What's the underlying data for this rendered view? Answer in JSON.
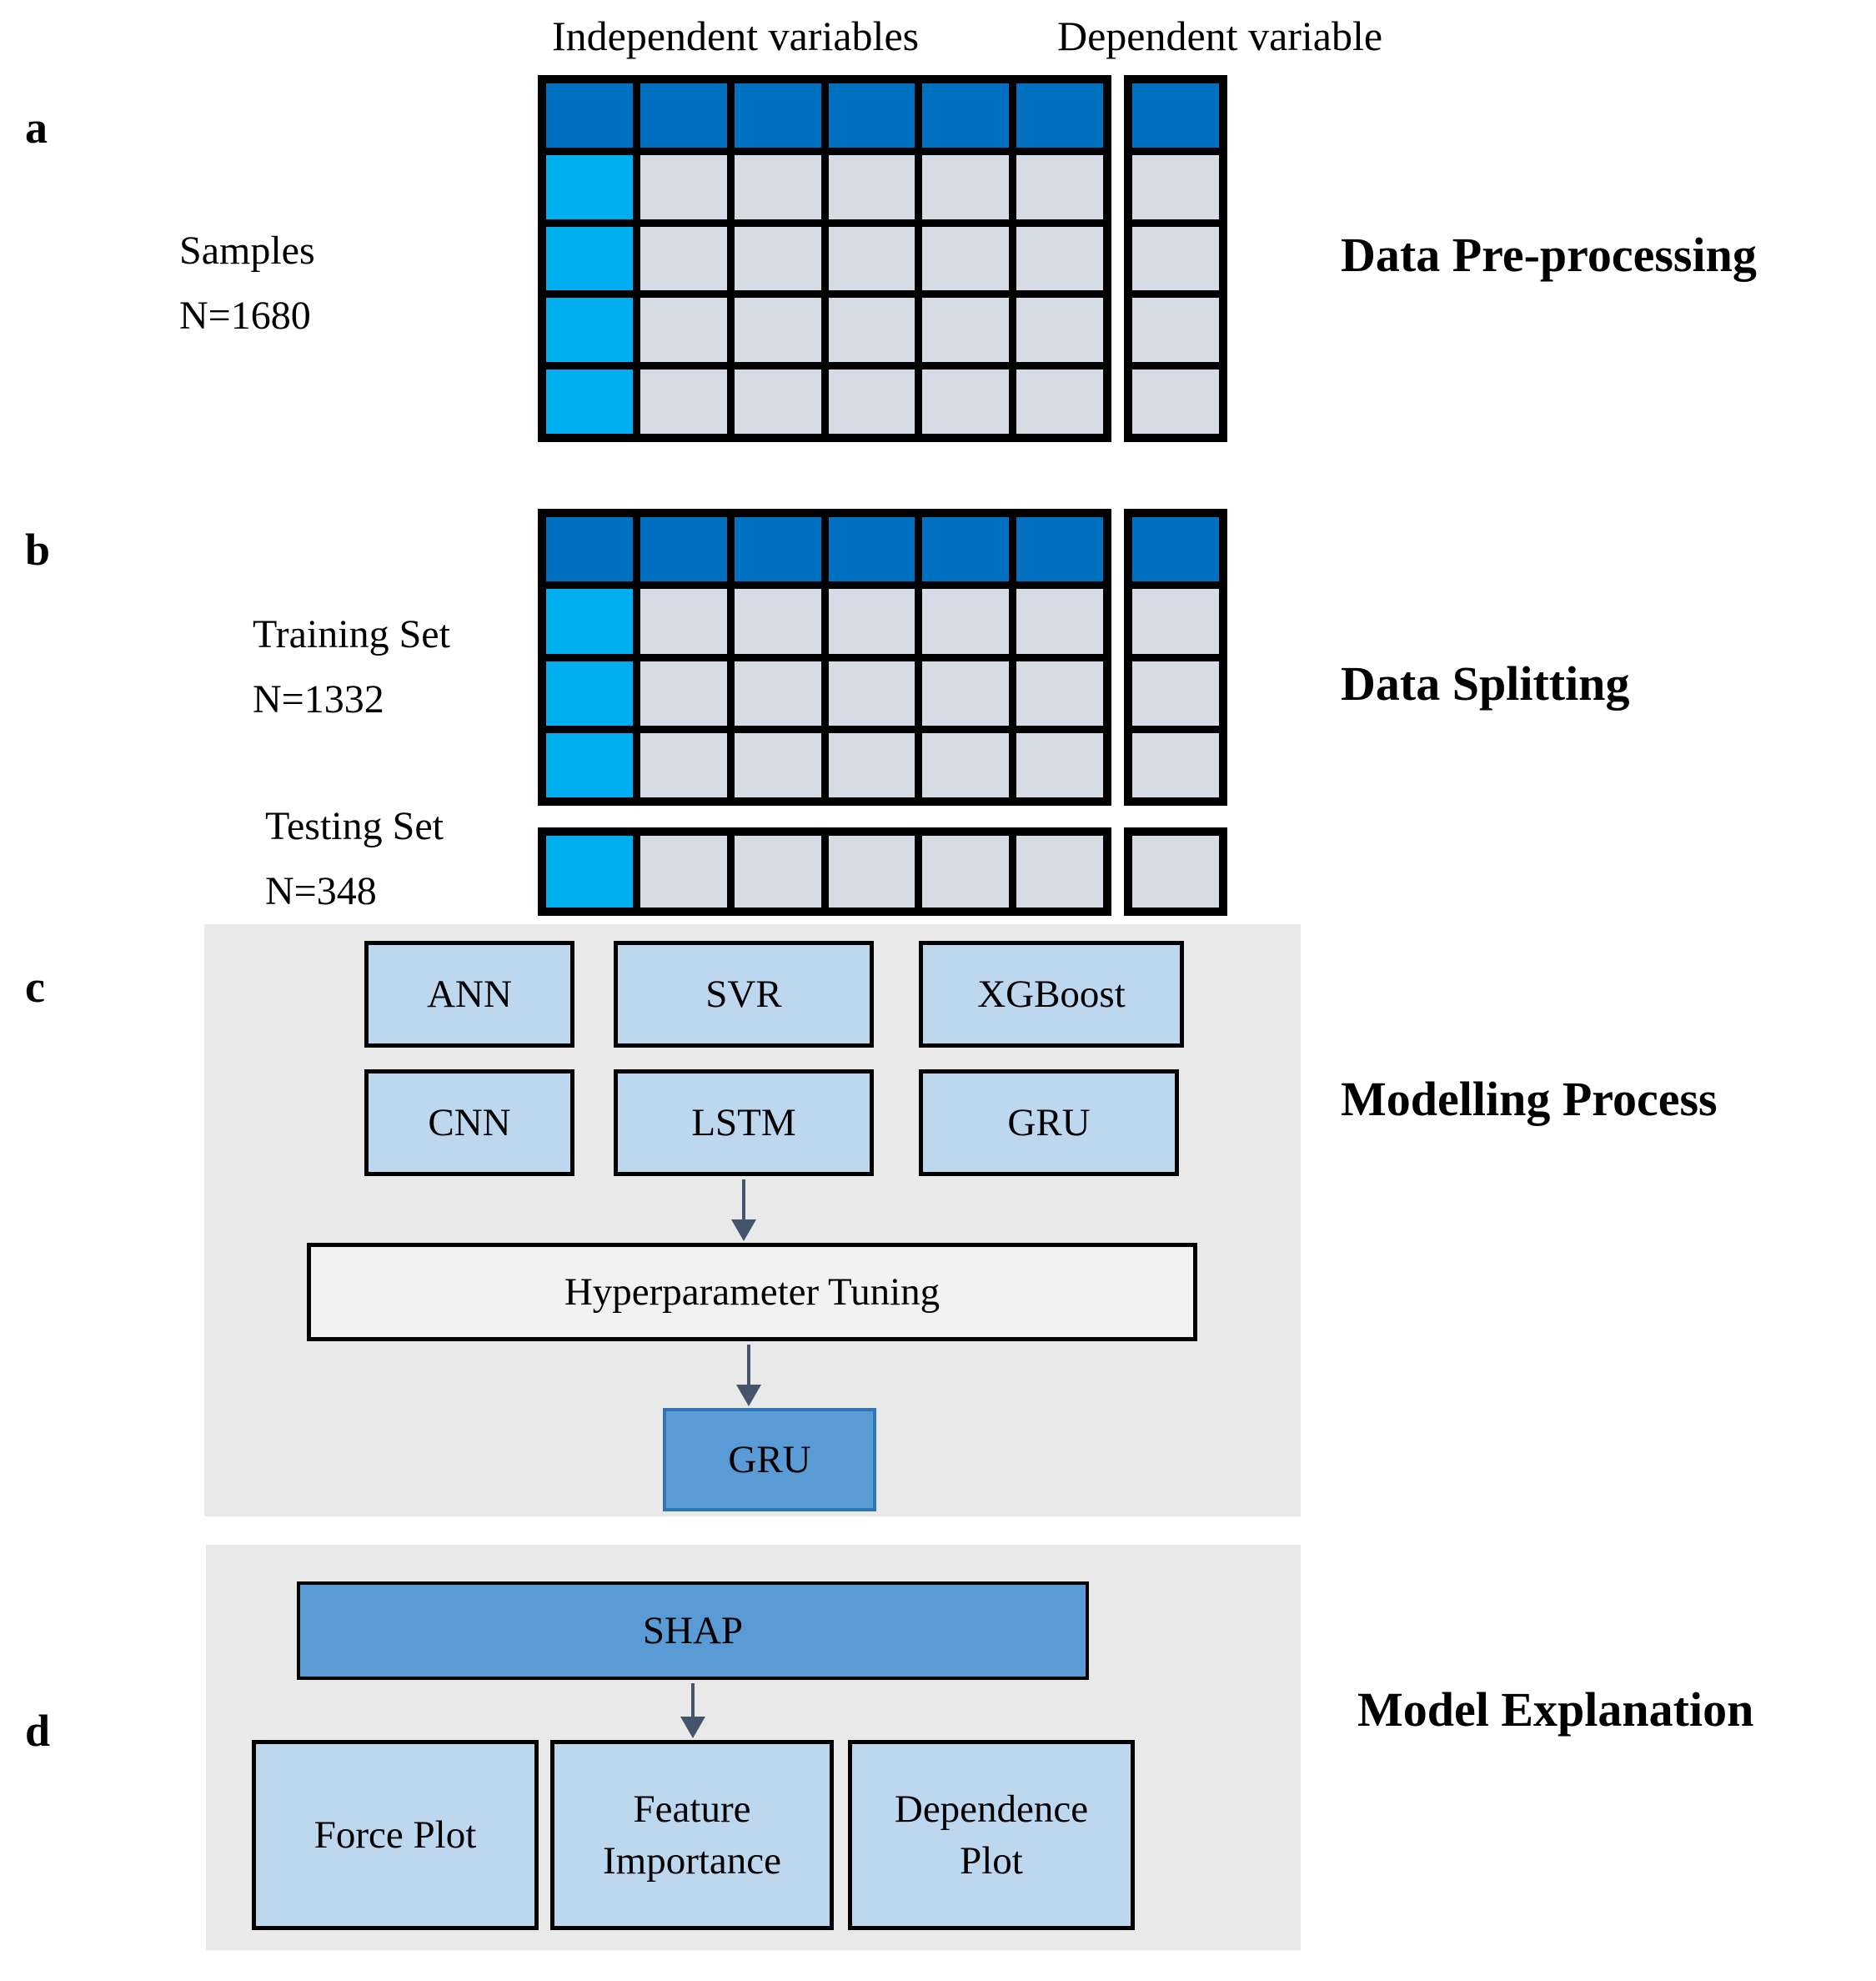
{
  "figure": {
    "type": "ml-workflow-diagram",
    "top_labels": {
      "independent": "Independent variables",
      "dependent": "Dependent variable"
    },
    "sections": {
      "a": {
        "letter": "a",
        "left_label_line1": "Samples",
        "left_label_line2": "N=1680",
        "stage_label": "Data Pre-processing"
      },
      "b": {
        "letter": "b",
        "training_line1": "Training Set",
        "training_line2": "N=1332",
        "testing_line1": "Testing Set",
        "testing_line2": "N=348",
        "stage_label": "Data Splitting"
      },
      "c": {
        "letter": "c",
        "models": [
          "ANN",
          "SVR",
          "XGBoost",
          "CNN",
          "LSTM",
          "GRU"
        ],
        "tuning_label": "Hyperparameter Tuning",
        "selected_model": "GRU",
        "stage_label": "Modelling Process"
      },
      "d": {
        "letter": "d",
        "shap_label": "SHAP",
        "explanations": [
          "Force Plot",
          "Feature Importance",
          "Dependence Plot"
        ],
        "stage_label": "Model Explanation"
      }
    },
    "tables": {
      "pre_main": {
        "cols": 6,
        "rows": 5,
        "header": true,
        "sample_col": true
      },
      "pre_dep": {
        "cols": 1,
        "rows": 5,
        "header": true,
        "sample_col": false
      },
      "train_main": {
        "cols": 6,
        "rows": 4,
        "header": true,
        "sample_col": true
      },
      "train_dep": {
        "cols": 1,
        "rows": 4,
        "header": true,
        "sample_col": false
      },
      "test_main": {
        "cols": 6,
        "rows": 1,
        "header": false,
        "sample_col": true
      },
      "test_dep": {
        "cols": 1,
        "rows": 1,
        "header": false,
        "sample_col": false
      }
    },
    "colors": {
      "header_blue": "#0070C0",
      "sample_cyan": "#00AEEF",
      "cell_gray": "#D6DCE5",
      "grid_black": "#000000",
      "panel_gray": "#E9E9E9",
      "box_light_blue": "#BDD7EE",
      "box_medium_blue": "#5B9BD5",
      "box_medium_border": "#2E75B6",
      "tuning_fill": "#F2F2F2",
      "arrow_gray": "#44546A"
    }
  }
}
